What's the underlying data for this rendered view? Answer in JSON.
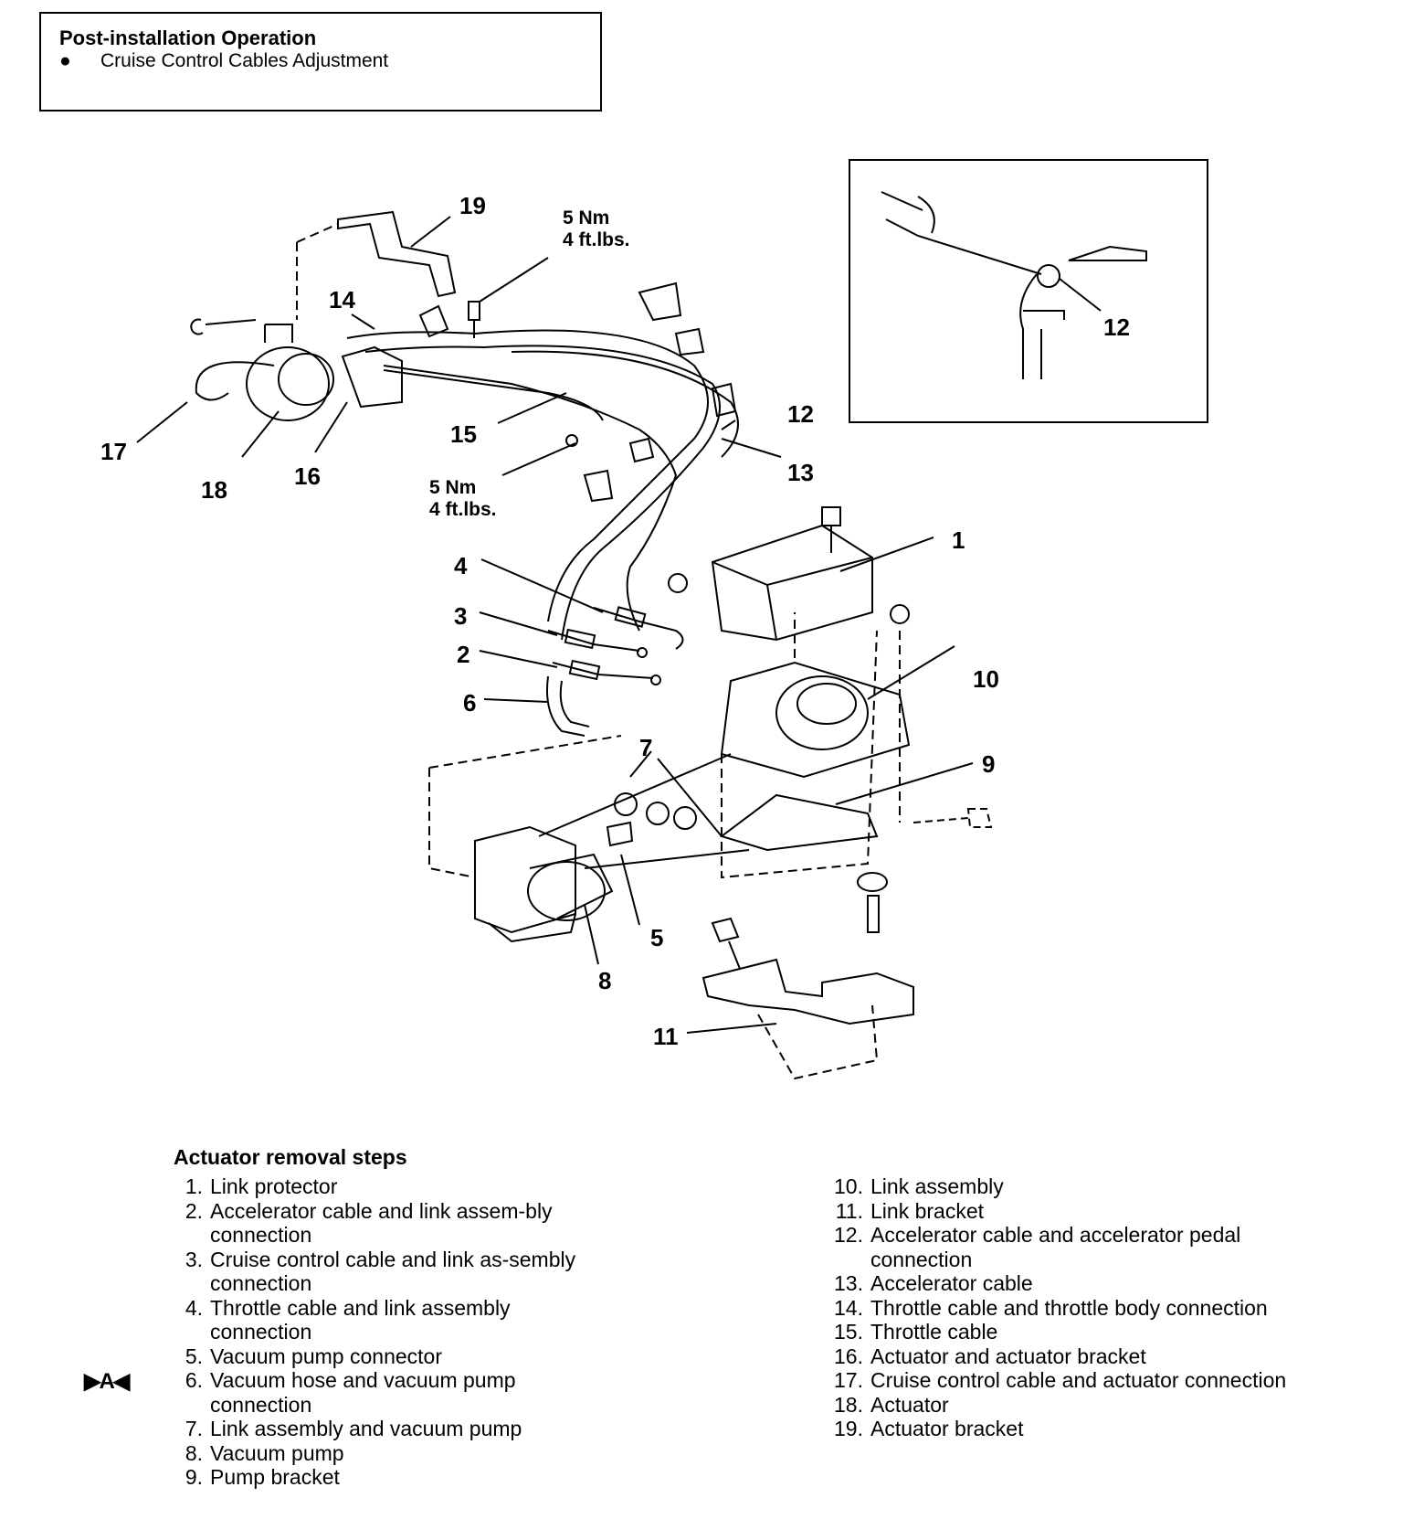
{
  "post_install": {
    "heading": "Post-installation Operation",
    "bullet": "●",
    "item": "Cruise Control Cables Adjustment"
  },
  "diagram": {
    "callouts": [
      "1",
      "2",
      "3",
      "4",
      "5",
      "6",
      "7",
      "8",
      "9",
      "10",
      "11",
      "12",
      "13",
      "14",
      "15",
      "16",
      "17",
      "18",
      "19"
    ],
    "inset_callout": "12",
    "torque_top": [
      "5 Nm",
      "4 ft.lbs."
    ],
    "torque_mid": [
      "5 Nm",
      "4 ft.lbs."
    ]
  },
  "steps": {
    "title": "Actuator removal steps",
    "marker": "▶A◀",
    "left": [
      {
        "num": "1.",
        "text": "Link protector"
      },
      {
        "num": "2.",
        "text": "Accelerator cable and link assem-bly connection"
      },
      {
        "num": "3.",
        "text": "Cruise control cable and link as-sembly connection"
      },
      {
        "num": "4.",
        "text": "Throttle cable and link assembly connection"
      },
      {
        "num": "5.",
        "text": "Vacuum pump connector"
      },
      {
        "num": "6.",
        "text": "Vacuum hose and vacuum pump connection"
      },
      {
        "num": "7.",
        "text": "Link assembly and vacuum pump"
      },
      {
        "num": "8.",
        "text": "Vacuum pump"
      },
      {
        "num": "9.",
        "text": "Pump bracket"
      }
    ],
    "right": [
      {
        "num": "10.",
        "text": "Link assembly"
      },
      {
        "num": "11.",
        "text": "Link bracket"
      },
      {
        "num": "12.",
        "text": "Accelerator cable and accelerator pedal connection"
      },
      {
        "num": "13.",
        "text": "Accelerator cable"
      },
      {
        "num": "14.",
        "text": "Throttle cable and throttle body connection"
      },
      {
        "num": "15.",
        "text": "Throttle cable"
      },
      {
        "num": "16.",
        "text": "Actuator and actuator bracket"
      },
      {
        "num": "17.",
        "text": "Cruise control cable and actuator connection"
      },
      {
        "num": "18.",
        "text": "Actuator"
      },
      {
        "num": "19.",
        "text": "Actuator bracket"
      }
    ]
  }
}
